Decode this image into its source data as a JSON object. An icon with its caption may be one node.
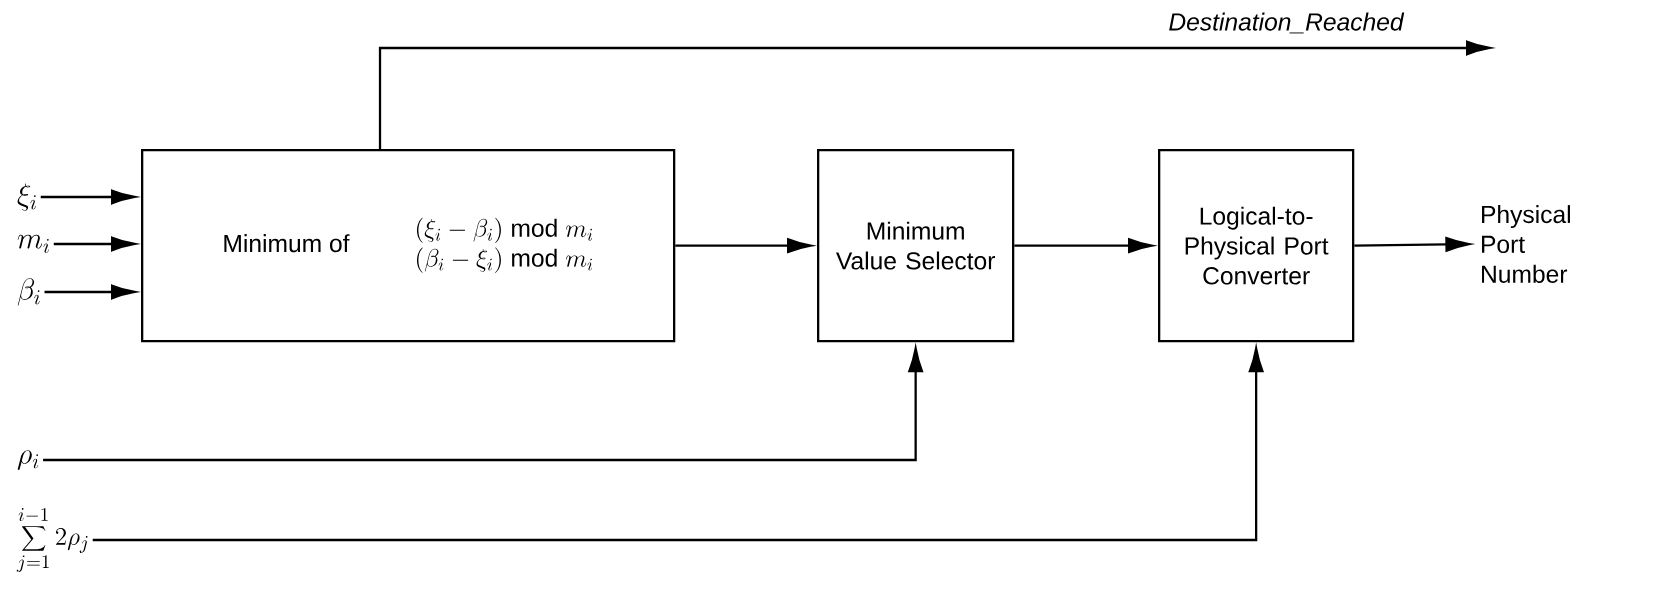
{
  "diagram": {
    "nodes": [
      {
        "text": [
          "\\xi_i"
        ]
      },
      {
        "text": [
          "m_i"
        ]
      },
      {
        "text": [
          "\\beta_i"
        ]
      },
      {
        "text": [
          "Minimum of",
          "(\\xi_i - \\beta_i) \\bmod m_i",
          "(\\beta_i - \\xi_i) \\bmod m_i"
        ]
      },
      {
        "text": [
          "Minimum Value Selector"
        ]
      },
      {
        "text": [
          "Logical-to-Physical Port Converter"
        ]
      },
      {
        "text": [
          "Physical Port Number"
        ]
      },
      {
        "text": [
          "\\rho_i"
        ]
      },
      {
        "text": [
          "\\sum_{j=1}^{i-1} 2\\rho_j"
        ]
      }
    ],
    "edges": [
      {
        "from": 0,
        "to": 3,
        "arrow": "to"
      },
      {
        "from": 1,
        "to": 3,
        "arrow": "to"
      },
      {
        "from": 2,
        "to": 3,
        "arrow": "to"
      },
      {
        "from": 3,
        "to": 4,
        "arrow": "to"
      },
      {
        "from": 4,
        "to": 5,
        "arrow": "to"
      },
      {
        "from": 5,
        "to": 6,
        "arrow": "to"
      },
      {
        "from": 7,
        "to": 4,
        "arrow": "to"
      },
      {
        "from": 8,
        "to": 5,
        "arrow": "to"
      },
      {
        "from": 3,
        "to": null,
        "arrow": "to",
        "label": "Destination_Reached"
      }
    ]
  }
}
